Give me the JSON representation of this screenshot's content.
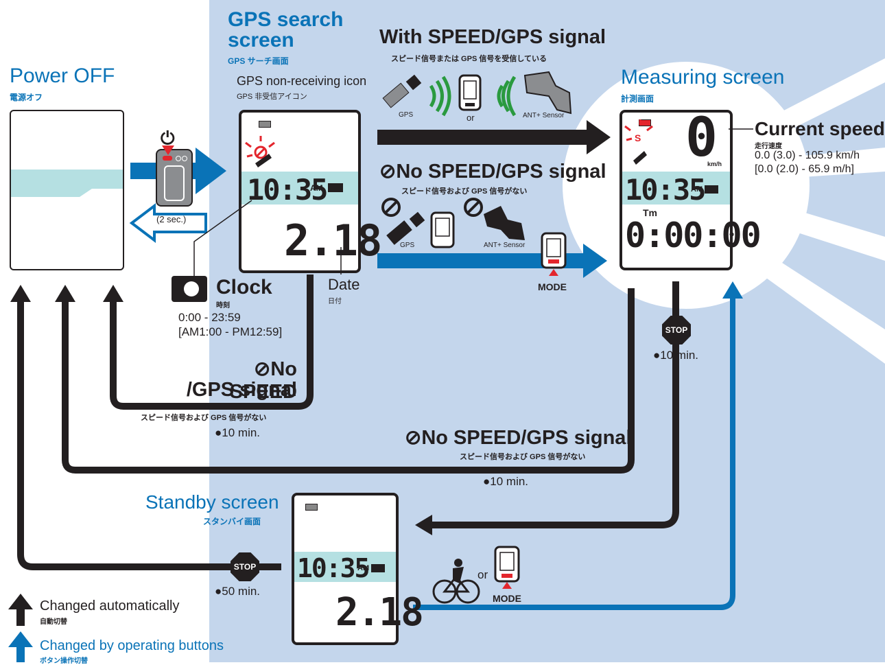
{
  "colors": {
    "accent_blue": "#0a73b7",
    "arrow_black": "#231f20",
    "panel_bg": "#c4d6ec",
    "lcd_band": "#b5e0e2",
    "warning_red": "#e3262d"
  },
  "power_off": {
    "title": "Power OFF",
    "sub": "電源オフ"
  },
  "power_button": {
    "hold": "(2 sec.)",
    "icon": "power-icon"
  },
  "gps_search": {
    "title": "GPS search screen",
    "sub": "GPS サーチ画面",
    "noicon_label": "GPS non-receiving icon",
    "noicon_sub": "GPS 非受信アイコン",
    "time": "10:35",
    "ampm": "AM",
    "value": "2.18"
  },
  "date": {
    "label": "Date",
    "sub": "日付"
  },
  "clock": {
    "label": "Clock",
    "sub": "時刻",
    "range1": "0:00 - 23:59",
    "range2": "[AM1:00 - PM12:59]"
  },
  "with_signal": {
    "title": "With SPEED/GPS signal",
    "sub": "スピード信号または GPS 信号を受信している",
    "gps": "GPS",
    "or": "or",
    "ant": "ANT+ Sensor"
  },
  "no_signal_top": {
    "title": "No SPEED/GPS signal",
    "sub": "スピード信号および GPS 信号がない",
    "gps": "GPS",
    "ant": "ANT+ Sensor",
    "mode": "MODE"
  },
  "measuring": {
    "title": "Measuring screen",
    "sub": "計測画面",
    "speed": "0",
    "unit": "km/h",
    "time": "10:35",
    "ampm": "AM",
    "tm": "Tm",
    "elapsed": "0:00:00"
  },
  "current_speed": {
    "label": "Current speed",
    "sub": "走行速度",
    "range1": "0.0 (3.0) - 105.9 km/h",
    "range2": "[0.0 (2.0) - 65.9 m/h]"
  },
  "stop_right": {
    "label": "STOP",
    "time": "10 min."
  },
  "no_signal_left": {
    "line1": "No SPEED",
    "line2": "/GPS signal",
    "sub": "スピード信号および GPS 信号がない",
    "time": "10 min."
  },
  "no_signal_mid": {
    "title": "No SPEED/GPS signal",
    "sub": "スピード信号および GPS 信号がない",
    "time": "10 min."
  },
  "standby": {
    "title": "Standby screen",
    "sub": "スタンバイ画面",
    "time": "10:35",
    "ampm": "AM",
    "value": "2.18"
  },
  "stop_left": {
    "label": "STOP",
    "time": "50 min."
  },
  "ride": {
    "or": "or",
    "mode": "MODE"
  },
  "legend": {
    "auto": "Changed automatically",
    "auto_sub": "自動切替",
    "button": "Changed by operating buttons",
    "button_sub": "ボタン操作切替"
  }
}
